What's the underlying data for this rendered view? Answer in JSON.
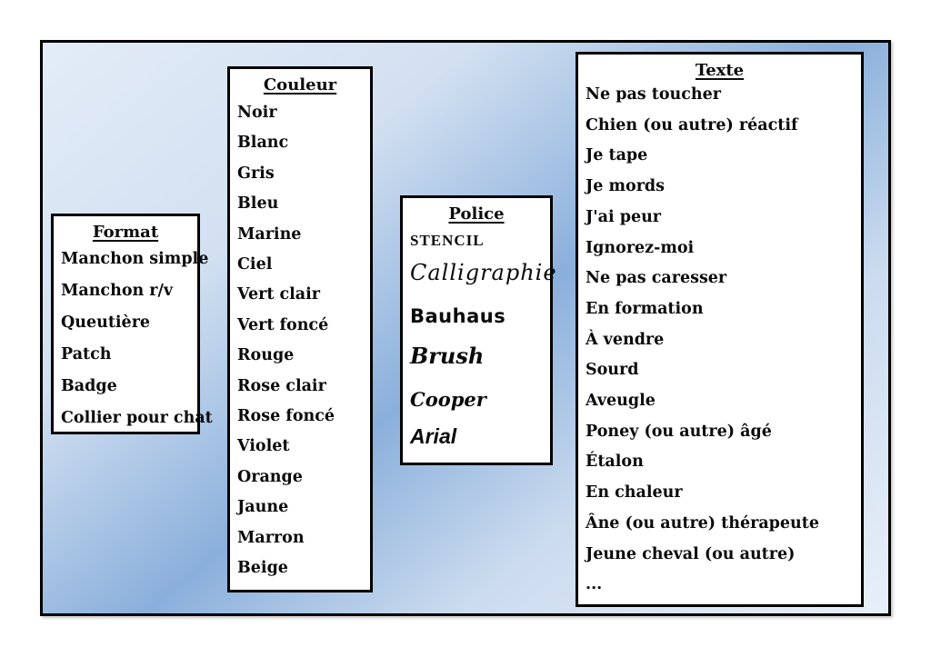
{
  "colors": {
    "page_background": "#ffffff",
    "frame_gradient_light": "#e3ecf8",
    "frame_gradient_dark": "#8aafdb",
    "panel_background": "#ffffff",
    "border": "#000000",
    "text": "#0b0b0b"
  },
  "panels": {
    "format": {
      "title": "Format",
      "items": [
        "Manchon simple",
        "Manchon r/v",
        "Queutière",
        "Patch",
        "Badge",
        "Collier pour chat"
      ]
    },
    "couleur": {
      "title": "Couleur",
      "items": [
        "Noir",
        "Blanc",
        "Gris",
        "Bleu",
        "Marine",
        "Ciel",
        "Vert clair",
        "Vert foncé",
        "Rouge",
        "Rose clair",
        "Rose foncé",
        "Violet",
        "Orange",
        "Jaune",
        "Marron",
        "Beige"
      ]
    },
    "police": {
      "title": "Police",
      "items": [
        "STENCIL",
        "Calligraphie",
        "Bauhaus",
        "Brush",
        "Cooper",
        "Arial"
      ]
    },
    "texte": {
      "title": "Texte",
      "items": [
        "Ne pas toucher",
        "Chien (ou autre) réactif",
        "Je tape",
        "Je mords",
        "J'ai peur",
        "Ignorez-moi",
        "Ne pas caresser",
        "En formation",
        "À vendre",
        "Sourd",
        "Aveugle",
        "Poney (ou autre) âgé",
        "Étalon",
        "En chaleur",
        "Âne (ou autre) thérapeute",
        "Jeune cheval (ou autre)",
        "..."
      ]
    }
  }
}
